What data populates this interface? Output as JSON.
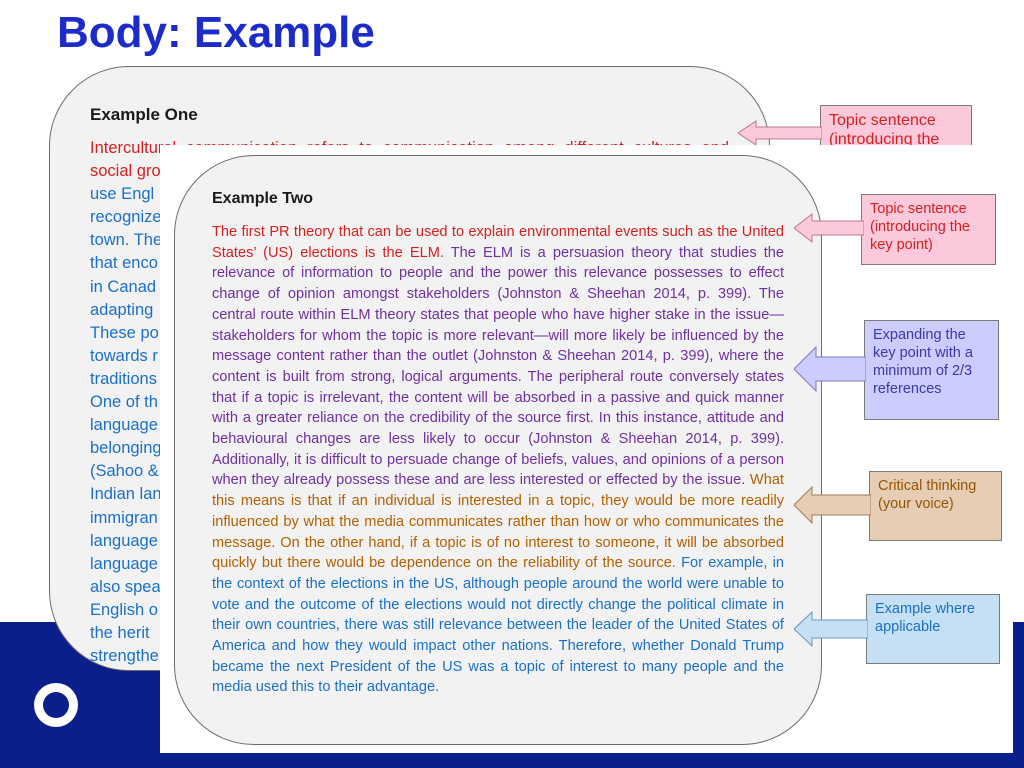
{
  "slide": {
    "title": "Body: Example"
  },
  "example_one": {
    "heading": "Example One",
    "visible_text": {
      "red": "Intercultural communication refers to communication among different cultures and social groups",
      "line_starts": [
        "use Engl",
        "recognize",
        "town. The",
        "that enco",
        "in Canad",
        "adapting",
        "These po",
        "towards r",
        "traditions",
        "One of th",
        "language",
        "belonging",
        "(Sahoo &",
        "Indian lan",
        "immigran",
        "language",
        "language",
        "also spea",
        "English o",
        "the herit",
        "strengthe"
      ]
    }
  },
  "example_one_note": "Topic sentence (introducing the",
  "example_two": {
    "heading": "Example Two",
    "red": "The first PR theory that can be used to explain environmental events such as the United States’ (US) elections is the ELM.",
    "purple": " The ELM is a persuasion theory that studies the relevance of information to people and the power this relevance possesses to effect change of opinion amongst stakeholders (Johnston & Sheehan 2014, p. 399). The central route within ELM theory states that people who have higher stake in the issue—stakeholders for whom the topic is more relevant—will more likely be influenced by the message content rather than the outlet (Johnston & Sheehan 2014, p. 399), where the content is built from strong, logical arguments. The peripheral route conversely states that if a topic is irrelevant, the content will be absorbed in a passive and quick manner with a greater reliance on the credibility of the source first. In this instance, attitude and behavioural changes are less likely to occur (Johnston & Sheehan 2014, p. 399). Additionally, it is difficult to persuade change of beliefs, values, and opinions of a person when they already possess these and are less interested or effected by the issue.",
    "orange": " What this means is that if an individual is interested in a topic, they would be more readily influenced by what the media communicates rather than how or who communicates the message. On the other hand, if a topic is of no interest to someone, it will be absorbed quickly but there would be dependence on the reliability of the source.",
    "blue": " For example, in the context of the elections in the US, although people around the world were unable to vote and the outcome of the elections would not directly change the political climate in their own countries, there was still relevance between the leader of the United States of America and how they would impact other nations. Therefore, whether Donald Trump became the next President of the US was a topic of interest to many people and the media used this to their advantage."
  },
  "notes": [
    {
      "text": "Topic sentence (introducing the key point)",
      "color": "#fbc8dc"
    },
    {
      "text": "Expanding the key point with a minimum of 2/3 references",
      "color": "#ccccff"
    },
    {
      "text": "Critical thinking (your voice)",
      "color": "#e6cdb4"
    },
    {
      "text": "Example where applicable",
      "color": "#c5e0f5"
    }
  ],
  "colors": {
    "title": "#1d2bc8",
    "topic_red": "#d62020",
    "expanding_purple": "#7030a0",
    "critical_orange": "#b46000",
    "example_blue": "#1a70c8",
    "footer_band": "#0a1e8c"
  }
}
